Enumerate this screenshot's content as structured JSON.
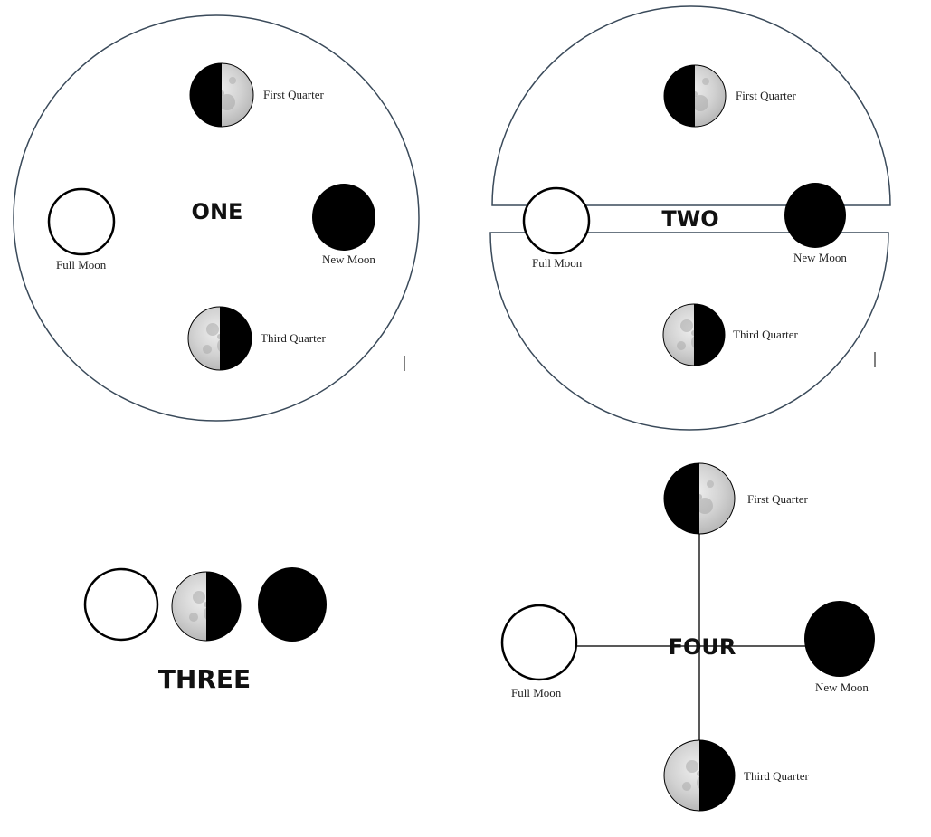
{
  "panels": {
    "one": {
      "title": "ONE",
      "labels": {
        "first_quarter": "First Quarter",
        "full_moon": "Full Moon",
        "new_moon": "New Moon",
        "third_quarter": "Third Quarter"
      }
    },
    "two": {
      "title": "TWO",
      "labels": {
        "first_quarter": "First Quarter",
        "full_moon": "Full Moon",
        "new_moon": "New Moon",
        "third_quarter": "Third Quarter"
      }
    },
    "three": {
      "title": "THREE"
    },
    "four": {
      "title": "FOUR",
      "labels": {
        "first_quarter": "First Quarter",
        "full_moon": "Full Moon",
        "new_moon": "New Moon",
        "third_quarter": "Third Quarter"
      }
    }
  },
  "colors": {
    "outline": "#3a4a5a",
    "dark": "#000000",
    "moon_surface": "#d4d4d4",
    "moon_crater": "#a9a9a9",
    "line": "#222222"
  }
}
